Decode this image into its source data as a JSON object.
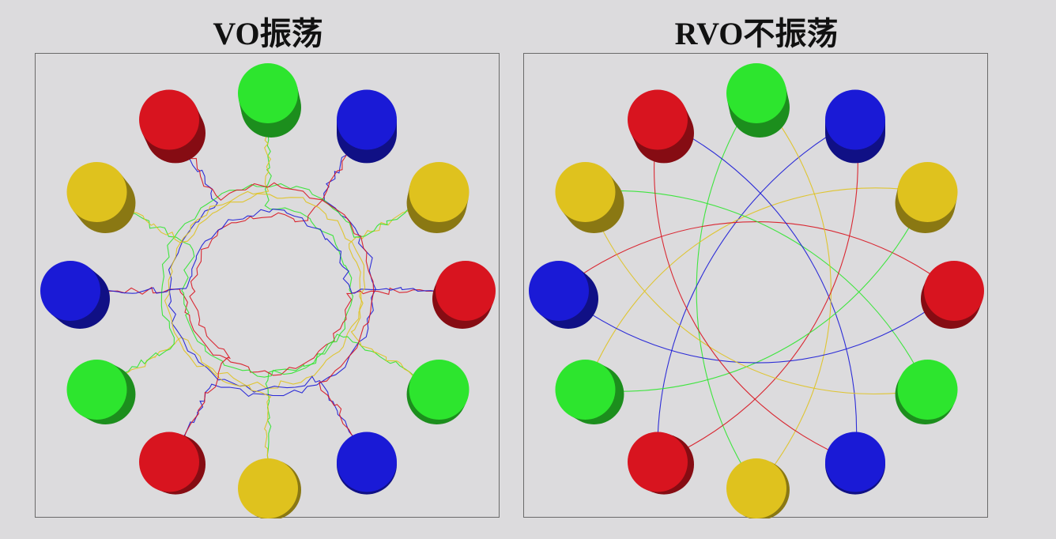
{
  "panels": [
    {
      "id": "vo",
      "title": "VO振荡",
      "agent_colors": [
        "green",
        "blue",
        "yellow",
        "red",
        "green",
        "blue",
        "yellow",
        "red",
        "green",
        "blue",
        "yellow",
        "red"
      ],
      "path_style": "jittery"
    },
    {
      "id": "rvo",
      "title": "RVO不振荡",
      "agent_colors": [
        "green",
        "blue",
        "yellow",
        "red",
        "green",
        "blue",
        "yellow",
        "red",
        "green",
        "blue",
        "yellow",
        "red"
      ],
      "path_style": "smooth"
    }
  ],
  "colors": {
    "red": "#d8141f",
    "green": "#2de52e",
    "blue": "#1a1ad6",
    "yellow": "#dfc21e",
    "background": "#dcdbdd",
    "border": "#6a6a6a"
  }
}
